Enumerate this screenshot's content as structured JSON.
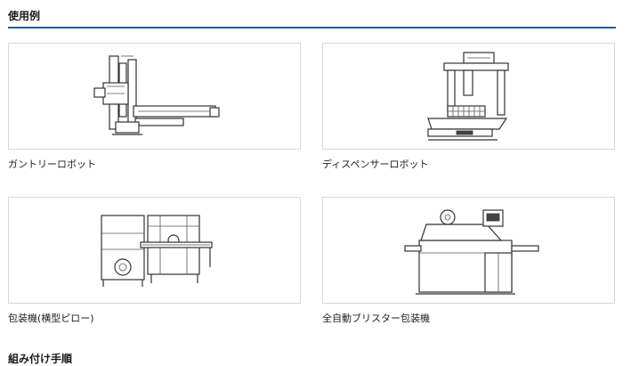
{
  "section": {
    "title": "使用例"
  },
  "examples": [
    {
      "caption": "ガントリーロボット",
      "icon": "gantry-robot-illustration"
    },
    {
      "caption": "ディスペンサーロボット",
      "icon": "dispenser-robot-illustration"
    },
    {
      "caption": "包装機(横型ピロー)",
      "icon": "horizontal-pillow-packaging-machine-illustration"
    },
    {
      "caption": "全自動ブリスター包装機",
      "icon": "automatic-blister-packaging-machine-illustration"
    }
  ],
  "next_section": {
    "title": "組み付け手順"
  }
}
